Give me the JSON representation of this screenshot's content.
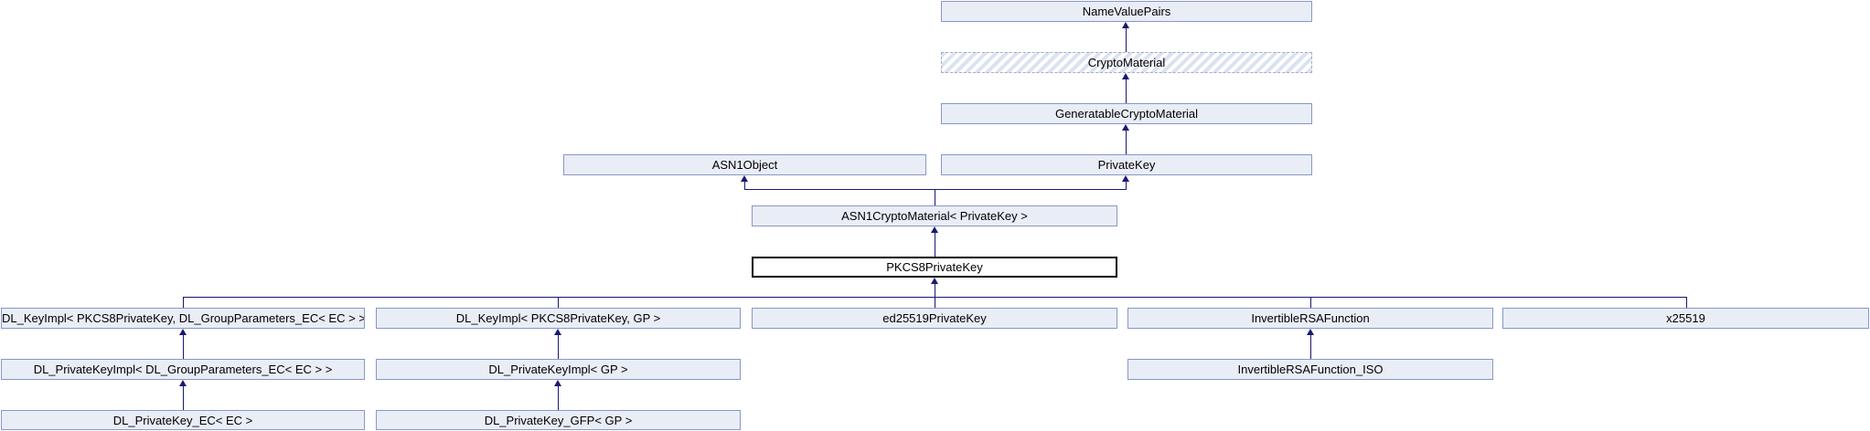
{
  "diagram": {
    "kind": "class-inheritance-graph",
    "focus_class": "PKCS8PrivateKey",
    "nodes": [
      {
        "label": "NameValuePairs",
        "style": "default"
      },
      {
        "label": "CryptoMaterial",
        "style": "hatched"
      },
      {
        "label": "GeneratableCryptoMaterial",
        "style": "default"
      },
      {
        "label": "ASN1Object",
        "style": "default"
      },
      {
        "label": "PrivateKey",
        "style": "default"
      },
      {
        "label": "ASN1CryptoMaterial< PrivateKey >",
        "style": "default"
      },
      {
        "label": "PKCS8PrivateKey",
        "style": "current"
      },
      {
        "label": "DL_KeyImpl< PKCS8PrivateKey, DL_GroupParameters_EC< EC > >",
        "style": "default"
      },
      {
        "label": "DL_KeyImpl< PKCS8PrivateKey, GP >",
        "style": "default"
      },
      {
        "label": "ed25519PrivateKey",
        "style": "default"
      },
      {
        "label": "InvertibleRSAFunction",
        "style": "default"
      },
      {
        "label": "x25519",
        "style": "default"
      },
      {
        "label": "DL_PrivateKeyImpl< DL_GroupParameters_EC< EC > >",
        "style": "default"
      },
      {
        "label": "DL_PrivateKeyImpl< GP >",
        "style": "default"
      },
      {
        "label": "InvertibleRSAFunction_ISO",
        "style": "default"
      },
      {
        "label": "DL_PrivateKey_EC< EC >",
        "style": "default"
      },
      {
        "label": "DL_PrivateKey_GFP< GP >",
        "style": "default"
      }
    ],
    "edges": [
      {
        "derived": "CryptoMaterial",
        "base": "NameValuePairs"
      },
      {
        "derived": "GeneratableCryptoMaterial",
        "base": "CryptoMaterial"
      },
      {
        "derived": "PrivateKey",
        "base": "GeneratableCryptoMaterial"
      },
      {
        "derived": "ASN1CryptoMaterial< PrivateKey >",
        "base": "ASN1Object"
      },
      {
        "derived": "ASN1CryptoMaterial< PrivateKey >",
        "base": "PrivateKey"
      },
      {
        "derived": "PKCS8PrivateKey",
        "base": "ASN1CryptoMaterial< PrivateKey >"
      },
      {
        "derived": "DL_KeyImpl< PKCS8PrivateKey, DL_GroupParameters_EC< EC > >",
        "base": "PKCS8PrivateKey"
      },
      {
        "derived": "DL_KeyImpl< PKCS8PrivateKey, GP >",
        "base": "PKCS8PrivateKey"
      },
      {
        "derived": "ed25519PrivateKey",
        "base": "PKCS8PrivateKey"
      },
      {
        "derived": "InvertibleRSAFunction",
        "base": "PKCS8PrivateKey"
      },
      {
        "derived": "x25519",
        "base": "PKCS8PrivateKey"
      },
      {
        "derived": "DL_PrivateKeyImpl< DL_GroupParameters_EC< EC > >",
        "base": "DL_KeyImpl< PKCS8PrivateKey, DL_GroupParameters_EC< EC > >"
      },
      {
        "derived": "DL_PrivateKeyImpl< GP >",
        "base": "DL_KeyImpl< PKCS8PrivateKey, GP >"
      },
      {
        "derived": "InvertibleRSAFunction_ISO",
        "base": "InvertibleRSAFunction"
      },
      {
        "derived": "DL_PrivateKey_EC< EC >",
        "base": "DL_PrivateKeyImpl< DL_GroupParameters_EC< EC > >"
      },
      {
        "derived": "DL_PrivateKey_GFP< GP >",
        "base": "DL_PrivateKeyImpl< GP >"
      }
    ],
    "colors": {
      "node_fill": "#e9edf6",
      "node_border": "#8598c6",
      "current_fill": "#ffffff",
      "current_border": "#000000",
      "edge_color": "#191970",
      "hatch_stripe": "#dce2f0",
      "hatch_border": "#a2aecd",
      "text_color": "#000000",
      "page_bg": "#ffffff"
    }
  }
}
